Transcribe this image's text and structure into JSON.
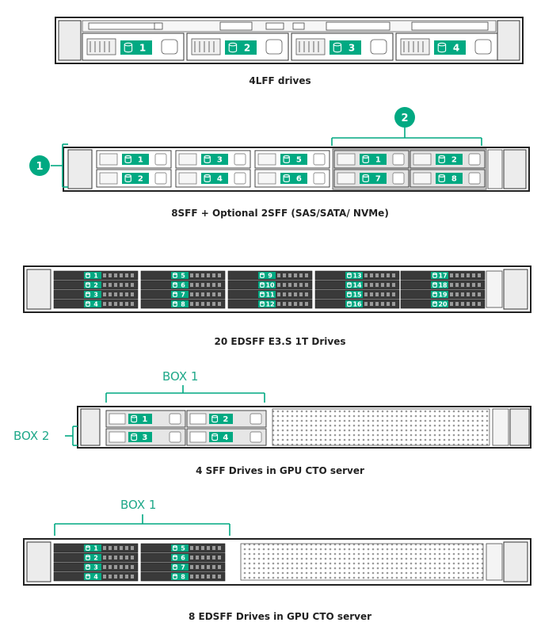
{
  "colors": {
    "accent": "#01a982",
    "label_text": "#1fa889",
    "chassis_stroke": "#222222",
    "panel_fill": "#f2f2f2",
    "bay_dark": "#3a3a3a"
  },
  "icons": {
    "drive": "drive-cylinder-icon"
  },
  "diagrams": [
    {
      "id": "4lff",
      "caption": "4LFF drives",
      "drive_labels": [
        "1",
        "2",
        "3",
        "4"
      ]
    },
    {
      "id": "8sff",
      "caption": "8SFF + Optional 2SFF (SAS/SATA/ NVMe)",
      "callouts": [
        "1",
        "2"
      ],
      "drive_labels": [
        "1",
        "2",
        "3",
        "4",
        "5",
        "6",
        "1",
        "2",
        "7",
        "8"
      ]
    },
    {
      "id": "20edsff",
      "caption": "20 EDSFF E3.S 1T Drives",
      "drive_labels": [
        "1",
        "2",
        "3",
        "4",
        "5",
        "6",
        "7",
        "8",
        "9",
        "10",
        "11",
        "12",
        "13",
        "14",
        "15",
        "16",
        "17",
        "18",
        "19",
        "20"
      ]
    },
    {
      "id": "4sff_gpu",
      "caption": "4 SFF Drives in GPU CTO server",
      "box_labels": [
        "BOX 1",
        "BOX 2"
      ],
      "drive_labels": [
        "1",
        "2",
        "3",
        "4"
      ]
    },
    {
      "id": "8edsff_gpu",
      "caption": "8 EDSFF Drives in GPU CTO server",
      "box_labels": [
        "BOX 1"
      ],
      "drive_labels": [
        "1",
        "2",
        "3",
        "4",
        "5",
        "6",
        "7",
        "8"
      ]
    }
  ]
}
